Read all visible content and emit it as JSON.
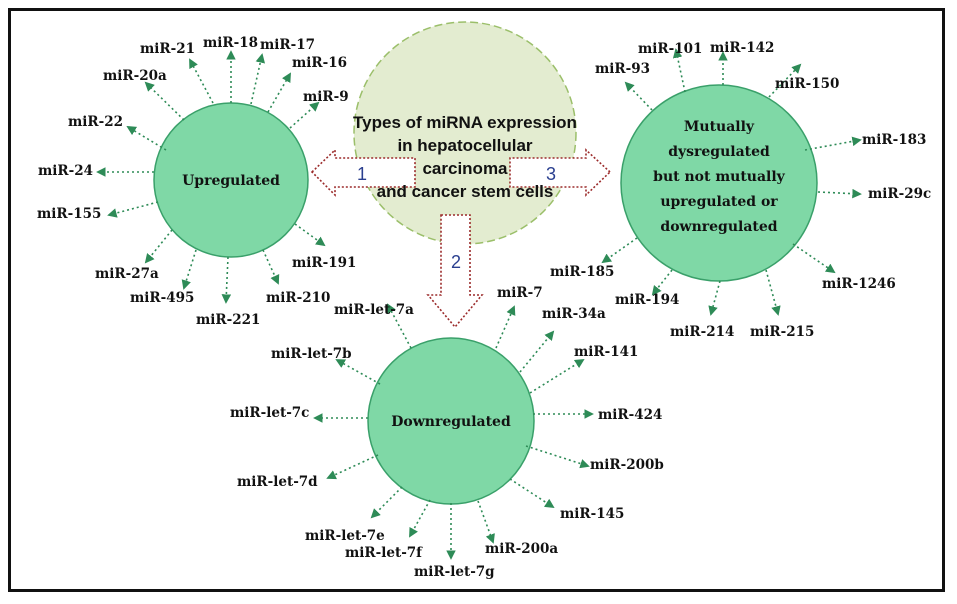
{
  "center": {
    "lines": [
      "Types of miRNA expression",
      "in hepatocellular",
      "carcinoma",
      "and cancer stem cells"
    ],
    "arrow_labels": [
      "1",
      "2",
      "3"
    ]
  },
  "colors": {
    "node_fill": "#7fd8a6",
    "center_fill": "#e3ecd0",
    "spoke": "#2e8b57",
    "arrow": "#9b2b2b"
  },
  "groups": {
    "up": {
      "title": "Upregulated",
      "mirnas": [
        "miR-21",
        "miR-18",
        "miR-17",
        "miR-16",
        "miR-9",
        "miR-20a",
        "miR-22",
        "miR-24",
        "miR-155",
        "miR-27a",
        "miR-495",
        "miR-221",
        "miR-210",
        "miR-191"
      ]
    },
    "mutual": {
      "title_lines": [
        "Mutually",
        "dysregulated",
        "but not mutually",
        "upregulated or",
        "downregulated"
      ],
      "mirnas": [
        "miR-93",
        "miR-101",
        "miR-142",
        "miR-150",
        "miR-183",
        "miR-29c",
        "miR-1246",
        "miR-215",
        "miR-214",
        "miR-194",
        "miR-185"
      ]
    },
    "down": {
      "title": "Downregulated",
      "mirnas": [
        "miR-let-7a",
        "miR-7",
        "miR-34a",
        "miR-141",
        "miR-424",
        "miR-200b",
        "miR-145",
        "miR-200a",
        "miR-let-7g",
        "miR-let-7f",
        "miR-let-7e",
        "miR-let-7d",
        "miR-let-7c",
        "miR-let-7b"
      ]
    }
  }
}
